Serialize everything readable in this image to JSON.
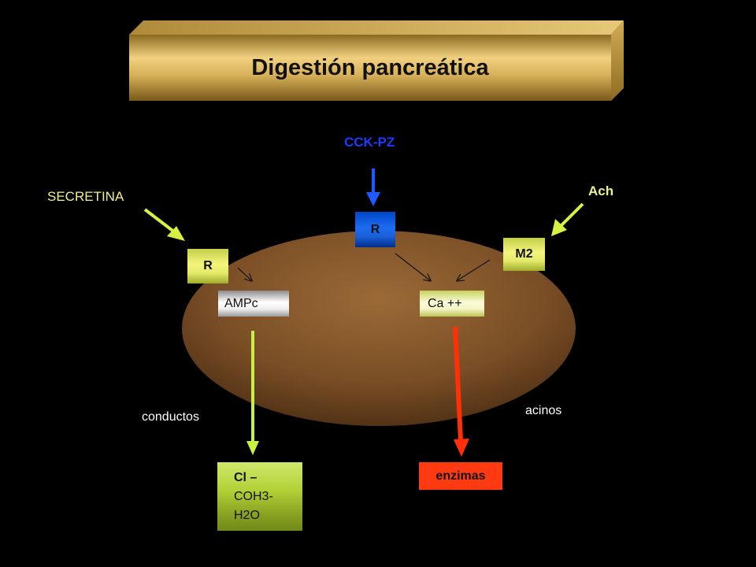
{
  "title": "Digestión pancreática",
  "labels": {
    "secretina": "SECRETINA",
    "cck": "CCK-PZ",
    "ach": "Ach",
    "conductos": "conductos",
    "acinos": "acinos"
  },
  "receptors": {
    "secretina_receptor": "R",
    "cck_receptor": "R",
    "ach_receptor": "M2"
  },
  "messengers": {
    "camp": "AMPc",
    "calcium": "Ca ++"
  },
  "outputs": {
    "ducts_line1": "Cl –",
    "ducts_line2": "COH3-",
    "ducts_line3": "H2O",
    "acini": "enzimas"
  },
  "colors": {
    "background": "#000000",
    "cell": "#7a4e26",
    "secretina_label": "#f0f08a",
    "cck_label": "#1b3cff",
    "ach_label": "#f0f08a",
    "secretina_arrow": "#d8f040",
    "cck_arrow": "#1e5aff",
    "ducts_arrow": "#c8f040",
    "acini_arrow": "#ff3008",
    "enzimas_box": "#ff3a10"
  }
}
